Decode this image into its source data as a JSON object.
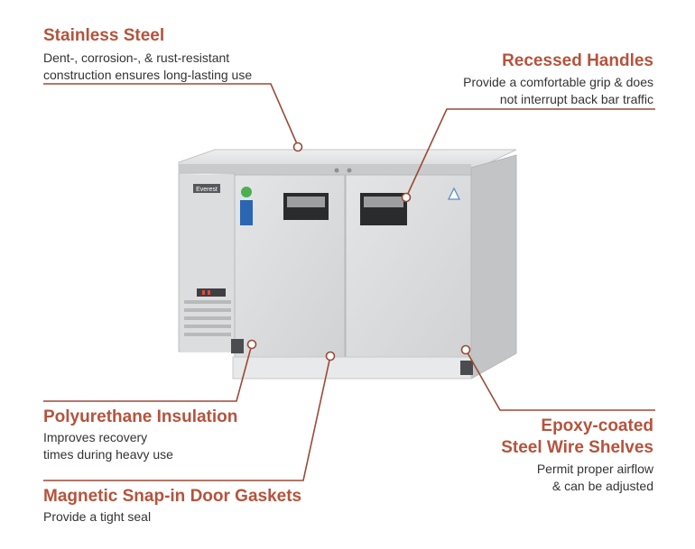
{
  "colors": {
    "accent": "#b5533c",
    "leader": "#9a4a35",
    "text": "#333333"
  },
  "callouts": {
    "stainless": {
      "title": "Stainless Steel",
      "desc1": "Dent-, corrosion-, & rust-resistant",
      "desc2": "construction ensures long-lasting use"
    },
    "handles": {
      "title": "Recessed Handles",
      "desc1": "Provide a comfortable grip & does",
      "desc2": "not interrupt back bar traffic"
    },
    "insulation": {
      "title": "Polyurethane Insulation",
      "desc1": "Improves recovery",
      "desc2": "times during heavy use"
    },
    "shelves": {
      "title1": "Epoxy-coated",
      "title2": "Steel Wire Shelves",
      "desc1": "Permit proper airflow",
      "desc2": "& can be adjusted"
    },
    "gaskets": {
      "title": "Magnetic Snap-in Door Gaskets",
      "desc1": "Provide a tight seal"
    }
  },
  "product": {
    "brand": "Everest"
  }
}
